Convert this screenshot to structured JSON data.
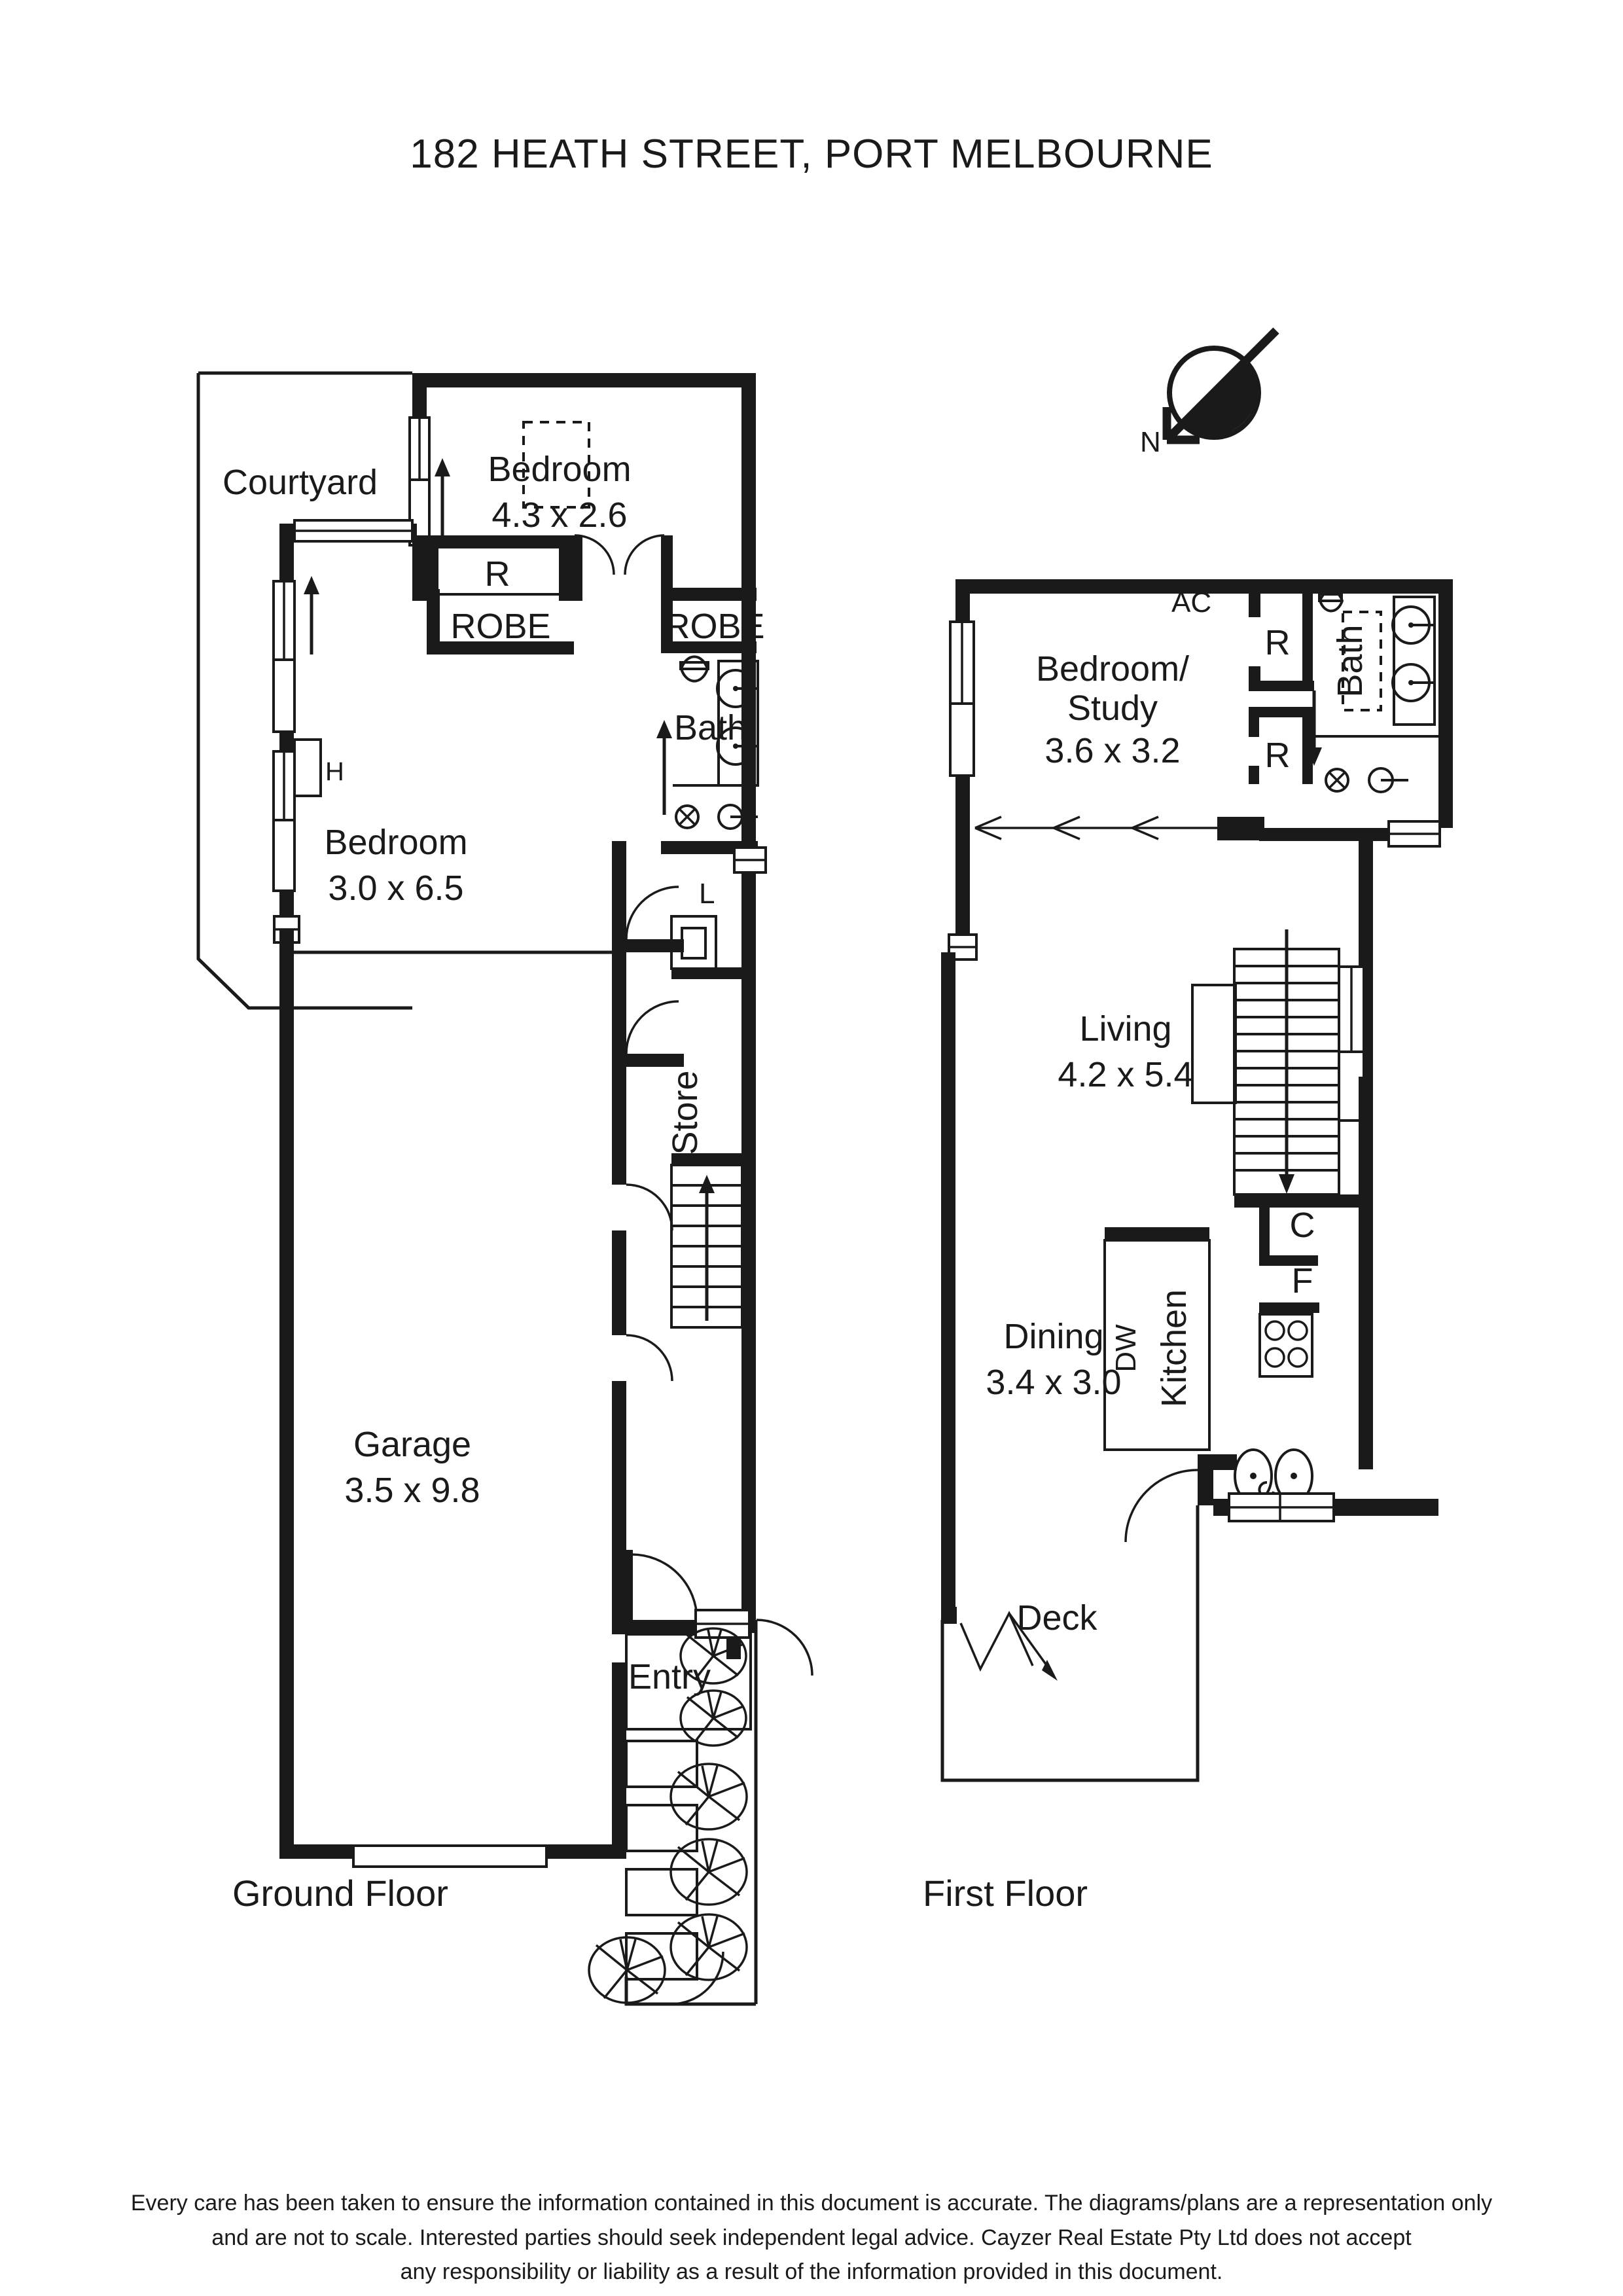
{
  "document": {
    "title": "182 HEATH STREET, PORT MELBOURNE",
    "type": "real-estate-floorplan"
  },
  "compass": {
    "label": "N",
    "direction": "arrow points south-west, needle axis runs north-east"
  },
  "floors": [
    {
      "id": "ground",
      "label": "Ground Floor",
      "rooms": [
        {
          "name": "Courtyard",
          "dimensions": ""
        },
        {
          "name": "Bedroom",
          "dimensions": "4.3 x 2.6"
        },
        {
          "name": "Bedroom",
          "dimensions": "3.0 x 6.5"
        },
        {
          "name": "Bath",
          "dimensions": ""
        },
        {
          "name": "Store",
          "dimensions": ""
        },
        {
          "name": "Garage",
          "dimensions": "3.5 x 9.8"
        },
        {
          "name": "Entry",
          "dimensions": ""
        }
      ],
      "annotations": [
        {
          "code": "R",
          "meaning": "robe"
        },
        {
          "code": "ROBE",
          "meaning": "built-in robe"
        },
        {
          "code": "ROBE",
          "meaning": "built-in robe"
        },
        {
          "code": "H",
          "meaning": "heater"
        },
        {
          "code": "L",
          "meaning": "linen"
        }
      ]
    },
    {
      "id": "first",
      "label": "First Floor",
      "rooms": [
        {
          "name": "Bedroom/\nStudy",
          "dimensions": "3.6 x 3.2"
        },
        {
          "name": "Bath",
          "dimensions": ""
        },
        {
          "name": "Living",
          "dimensions": "4.2 x 5.4"
        },
        {
          "name": "Dining",
          "dimensions": "3.4 x 3.0"
        },
        {
          "name": "Kitchen",
          "dimensions": ""
        },
        {
          "name": "Deck",
          "dimensions": ""
        }
      ],
      "annotations": [
        {
          "code": "AC",
          "meaning": "air conditioner"
        },
        {
          "code": "R",
          "meaning": "robe"
        },
        {
          "code": "R",
          "meaning": "robe"
        },
        {
          "code": "C",
          "meaning": "cupboard"
        },
        {
          "code": "F",
          "meaning": "fridge"
        },
        {
          "code": "DW",
          "meaning": "dishwasher"
        }
      ]
    }
  ],
  "labels": {
    "courtyard": "Courtyard",
    "bedroom_upper": "Bedroom",
    "bedroom_upper_dim": "4.3 x 2.6",
    "bedroom_main": "Bedroom",
    "bedroom_main_dim": "3.0 x 6.5",
    "bath_ground": "Bath",
    "store": "Store",
    "garage": "Garage",
    "garage_dim": "3.5 x 9.8",
    "entry": "Entry",
    "robe_left": "ROBE",
    "robe_right": "ROBE",
    "r_ground": "R",
    "h_ground": "H",
    "l_ground": "L",
    "bedroom_study_1": "Bedroom/",
    "bedroom_study_2": "Study",
    "bedroom_study_dim": "3.6 x 3.2",
    "ac": "AC",
    "r_first_top": "R",
    "r_first_bottom": "R",
    "bath_first": "Bath",
    "living": "Living",
    "living_dim": "4.2 x 5.4",
    "dining": "Dining",
    "dining_dim": "3.4 x 3.0",
    "kitchen": "Kitchen",
    "dw": "DW",
    "c_first": "C",
    "f_first": "F",
    "deck": "Deck",
    "ground_floor": "Ground Floor",
    "first_floor": "First Floor",
    "north": "N"
  },
  "disclaimer": {
    "line1": "Every care has been taken to ensure the information contained in this document is accurate. The diagrams/plans are a representation only",
    "line2": "and are not to scale. Interested parties should seek independent legal advice. Cayzer Real Estate Pty Ltd does not accept",
    "line3": "any responsibility or liability as a result of the information provided in this document."
  },
  "colors": {
    "wall": "#1a1a1a",
    "background": "#ffffff",
    "text": "#1a1a1a"
  }
}
